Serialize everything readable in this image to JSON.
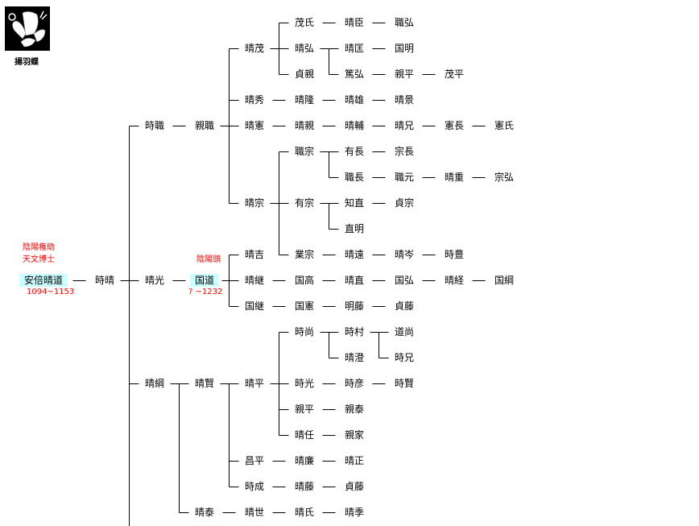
{
  "crest": {
    "label": "揚羽蝶"
  },
  "persons": [
    {
      "name": "安倍晴道",
      "titles": [
        "陰陽権助",
        "天文博士"
      ],
      "dates": "1094~1153"
    },
    {
      "name": "時晴"
    },
    {
      "name": "時職"
    },
    {
      "name": "晴光"
    },
    {
      "name": "晴綱"
    },
    {
      "name": "親職"
    },
    {
      "name": "国道",
      "titles": [
        "陰陽頭"
      ],
      "dates": "?  ~1232"
    },
    {
      "name": "晴賢"
    },
    {
      "name": "晴泰"
    },
    {
      "name": "晴茂"
    },
    {
      "name": "晴秀"
    },
    {
      "name": "晴憲"
    },
    {
      "name": "晴宗"
    },
    {
      "name": "晴吉"
    },
    {
      "name": "晴継"
    },
    {
      "name": "国継"
    },
    {
      "name": "晴平"
    },
    {
      "name": "昌平"
    },
    {
      "name": "時成"
    },
    {
      "name": "晴世"
    },
    {
      "name": "茂氏"
    },
    {
      "name": "晴弘"
    },
    {
      "name": "貞親"
    },
    {
      "name": "晴隆"
    },
    {
      "name": "晴親"
    },
    {
      "name": "職宗"
    },
    {
      "name": "有宗"
    },
    {
      "name": "業宗"
    },
    {
      "name": "国高"
    },
    {
      "name": "国憲"
    },
    {
      "name": "時尚"
    },
    {
      "name": "時光"
    },
    {
      "name": "親平"
    },
    {
      "name": "晴任"
    },
    {
      "name": "晴廉"
    },
    {
      "name": "晴藤"
    },
    {
      "name": "晴氏"
    },
    {
      "name": "晴臣"
    },
    {
      "name": "晴匡"
    },
    {
      "name": "篤弘"
    },
    {
      "name": "晴雄"
    },
    {
      "name": "晴輔"
    },
    {
      "name": "有長"
    },
    {
      "name": "職長"
    },
    {
      "name": "知直"
    },
    {
      "name": "直明"
    },
    {
      "name": "晴遠"
    },
    {
      "name": "晴直"
    },
    {
      "name": "明藤"
    },
    {
      "name": "時村"
    },
    {
      "name": "晴澄"
    },
    {
      "name": "時彦"
    },
    {
      "name": "親泰"
    },
    {
      "name": "親家"
    },
    {
      "name": "晴正"
    },
    {
      "name": "貞藤"
    },
    {
      "name": "晴季"
    },
    {
      "name": "職弘"
    },
    {
      "name": "国明"
    },
    {
      "name": "親平"
    },
    {
      "name": "晴景"
    },
    {
      "name": "晴兄"
    },
    {
      "name": "宗長"
    },
    {
      "name": "職元"
    },
    {
      "name": "貞宗"
    },
    {
      "name": "晴岑"
    },
    {
      "name": "国弘"
    },
    {
      "name": "貞藤"
    },
    {
      "name": "道尚"
    },
    {
      "name": "時兄"
    },
    {
      "name": "時賢"
    },
    {
      "name": "茂平"
    },
    {
      "name": "憲長"
    },
    {
      "name": "晴重"
    },
    {
      "name": "時豊"
    },
    {
      "name": "晴経"
    },
    {
      "name": "憲氏"
    },
    {
      "name": "宗弘"
    },
    {
      "name": "国綱"
    }
  ]
}
